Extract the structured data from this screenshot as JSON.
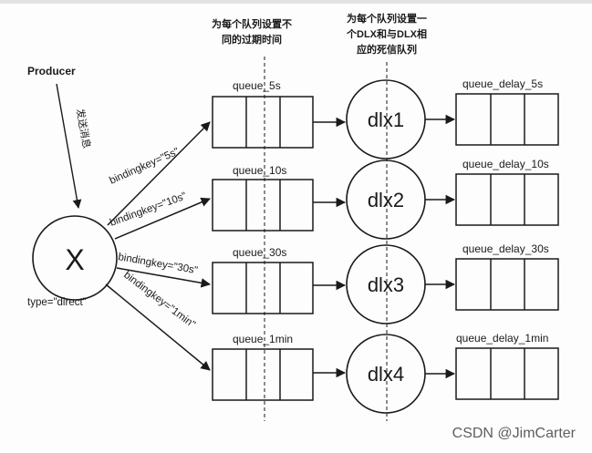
{
  "producer": {
    "label": "Producer",
    "action": "发送消息"
  },
  "exchange": {
    "label": "X",
    "type_label": "type=\"direct\""
  },
  "header_ttl": [
    "为每个队列设置不",
    "同的过期时间"
  ],
  "header_dlx": [
    "为每个队列设置一",
    "个DLX和与DLX相",
    "应的死信队列"
  ],
  "rows": [
    {
      "binding": "bindingkey=\"5s\"",
      "queue": "queue_5s",
      "dlx": "dlx1",
      "delay_queue": "queue_delay_5s"
    },
    {
      "binding": "bindingkey=\"10s\"",
      "queue": "queue_10s",
      "dlx": "dlx2",
      "delay_queue": "queue_delay_10s"
    },
    {
      "binding": "bindingkey=\"30s\"",
      "queue": "queue_30s",
      "dlx": "dlx3",
      "delay_queue": "queue_delay_30s"
    },
    {
      "binding": "bindingkey=\"1min\"",
      "queue": "queue_1min",
      "dlx": "dlx4",
      "delay_queue": "queue_delay_1min"
    }
  ],
  "watermark": "CSDN @JimCarter",
  "colors": {
    "stroke": "#1a1a1a",
    "background": "#fdfdfd",
    "watermark": "#5e5e5e"
  }
}
